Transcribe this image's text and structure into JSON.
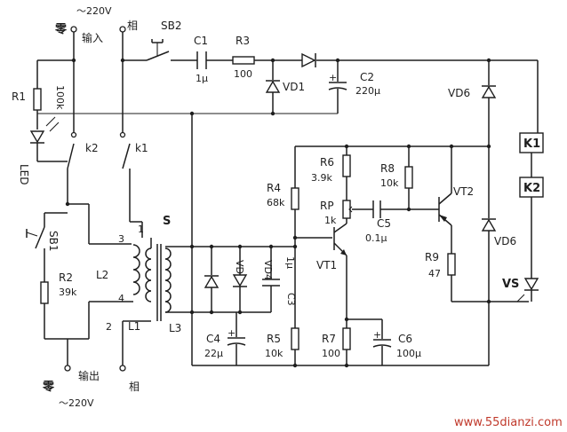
{
  "texts": {
    "in_zero": "零",
    "in_volt": "～220V",
    "in_phase": "相",
    "in_label": "输入",
    "out_zero": "零",
    "out_volt": "～220V",
    "out_phase": "相",
    "out_label": "输出",
    "sb2": "SB2",
    "c1": "C1",
    "c1v": "1μ",
    "r3": "R3",
    "r3v": "100",
    "vd1": "VD1",
    "c2": "C2",
    "c2v": "220μ",
    "vd6a": "VD6",
    "r1": "R1",
    "r1v": "100k",
    "led": "LED",
    "k2": "k2",
    "k1": "k1",
    "k1box": "K1",
    "k2box": "K2",
    "r6": "R6",
    "r6v": "3.9k",
    "r8": "R8",
    "r8v": "10k",
    "r4": "R4",
    "r4v": "68k",
    "rp": "RP",
    "rpv": "1k",
    "c5": "C5",
    "c5v": "0.1μ",
    "vt2": "VT2",
    "vt1": "VT1",
    "s": "S",
    "sb1": "SB1",
    "n3": "3",
    "n1": "1",
    "n4": "4",
    "n2": "2",
    "l2": "L2",
    "l1": "L1",
    "l3": "L3",
    "r2": "R2",
    "r2v": "39k",
    "vd3": "VD3",
    "vd4": "VD4",
    "c3": "C3",
    "c3v": "1μ",
    "r9": "R9",
    "r9v": "47",
    "vd6b": "VD6",
    "vs": "VS",
    "c4": "C4",
    "c4v": "22μ",
    "r5": "R5",
    "r5v": "10k",
    "r7": "R7",
    "r7v": "100",
    "c6": "C6",
    "c6v": "100μ",
    "watermark": "www.55dianzi.com"
  }
}
